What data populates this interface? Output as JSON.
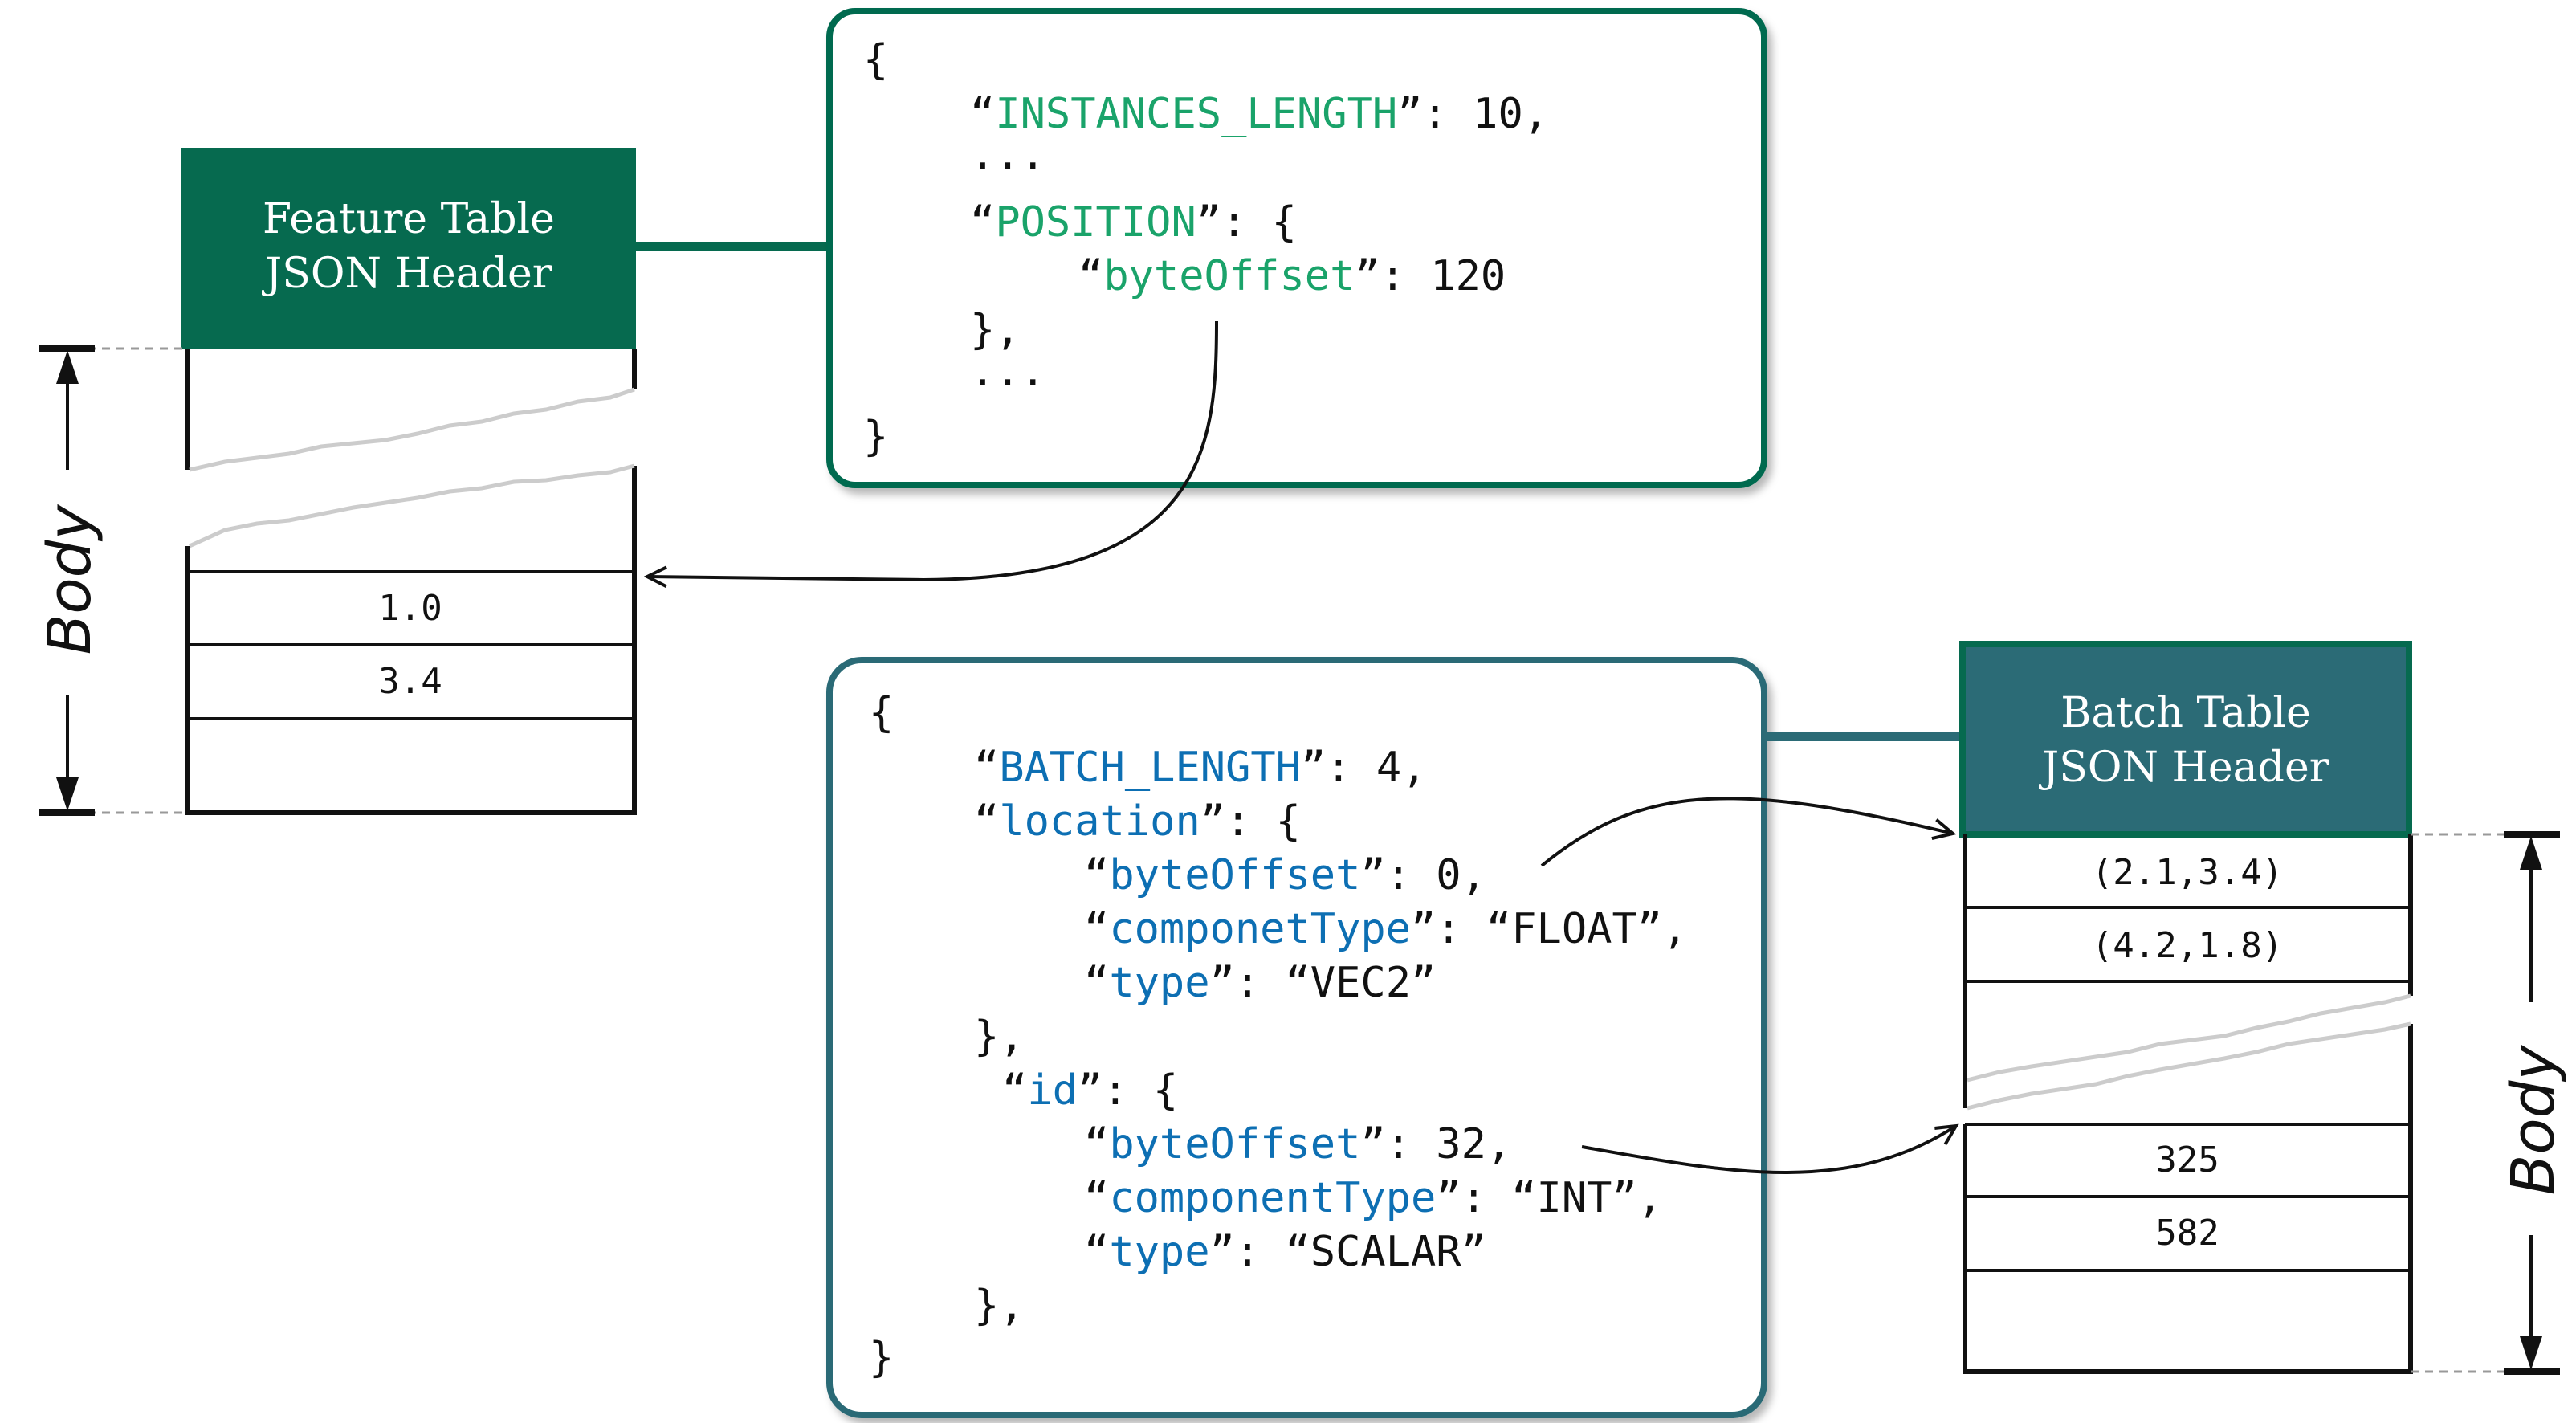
{
  "colors": {
    "feature_green": "#066a4f",
    "feature_key": "#1aa36a",
    "batch_teal": "#2b6b76",
    "batch_key": "#0d6fb3",
    "text": "#111111",
    "tear": "#cccccc",
    "dash": "#999999"
  },
  "feature": {
    "header_line1": "Feature Table",
    "header_line2": "JSON Header",
    "body_label": "Body",
    "rows": [
      "1.0",
      "3.4"
    ]
  },
  "feature_json": {
    "open": "{",
    "l1_q1": "“",
    "l1_key": "INSTANCES_LENGTH",
    "l1_rest": "”: 10,",
    "ellipsis1": "...",
    "l3_q1": "“",
    "l3_key": "POSITION",
    "l3_rest": "”: {",
    "l4_q1": "“",
    "l4_key": "byteOffset",
    "l4_rest": "”: 120",
    "l5": "},",
    "ellipsis2": "...",
    "close": "}"
  },
  "batch": {
    "header_line1": "Batch Table",
    "header_line2": "JSON Header",
    "body_label": "Body",
    "rows_top": [
      "(2.1,3.4)",
      "(4.2,1.8)"
    ],
    "rows_bottom": [
      "325",
      "582"
    ]
  },
  "batch_json": {
    "open": "{",
    "l1_q1": "“",
    "l1_key": "BATCH_LENGTH",
    "l1_rest": "”: 4,",
    "l2_q1": "“",
    "l2_key": "location",
    "l2_rest": "”: {",
    "l3_q1": "“",
    "l3_key": "byteOffset",
    "l3_rest": "”: 0,",
    "l4_q1": "“",
    "l4_key": "componetType",
    "l4_rest": "”: “FLOAT”,",
    "l5_q1": "“",
    "l5_key": "type",
    "l5_rest": "”: “VEC2”",
    "l6": "},",
    "l7_q1": "“",
    "l7_key": "id",
    "l7_rest": "”: {",
    "l8_q1": "“",
    "l8_key": "byteOffset",
    "l8_rest": "”: 32,",
    "l9_q1": "“",
    "l9_key": "componentType",
    "l9_rest": "”: “INT”,",
    "l10_q1": "“",
    "l10_key": "type",
    "l10_rest": "”: “SCALAR”",
    "l11": "},",
    "close": "}"
  }
}
